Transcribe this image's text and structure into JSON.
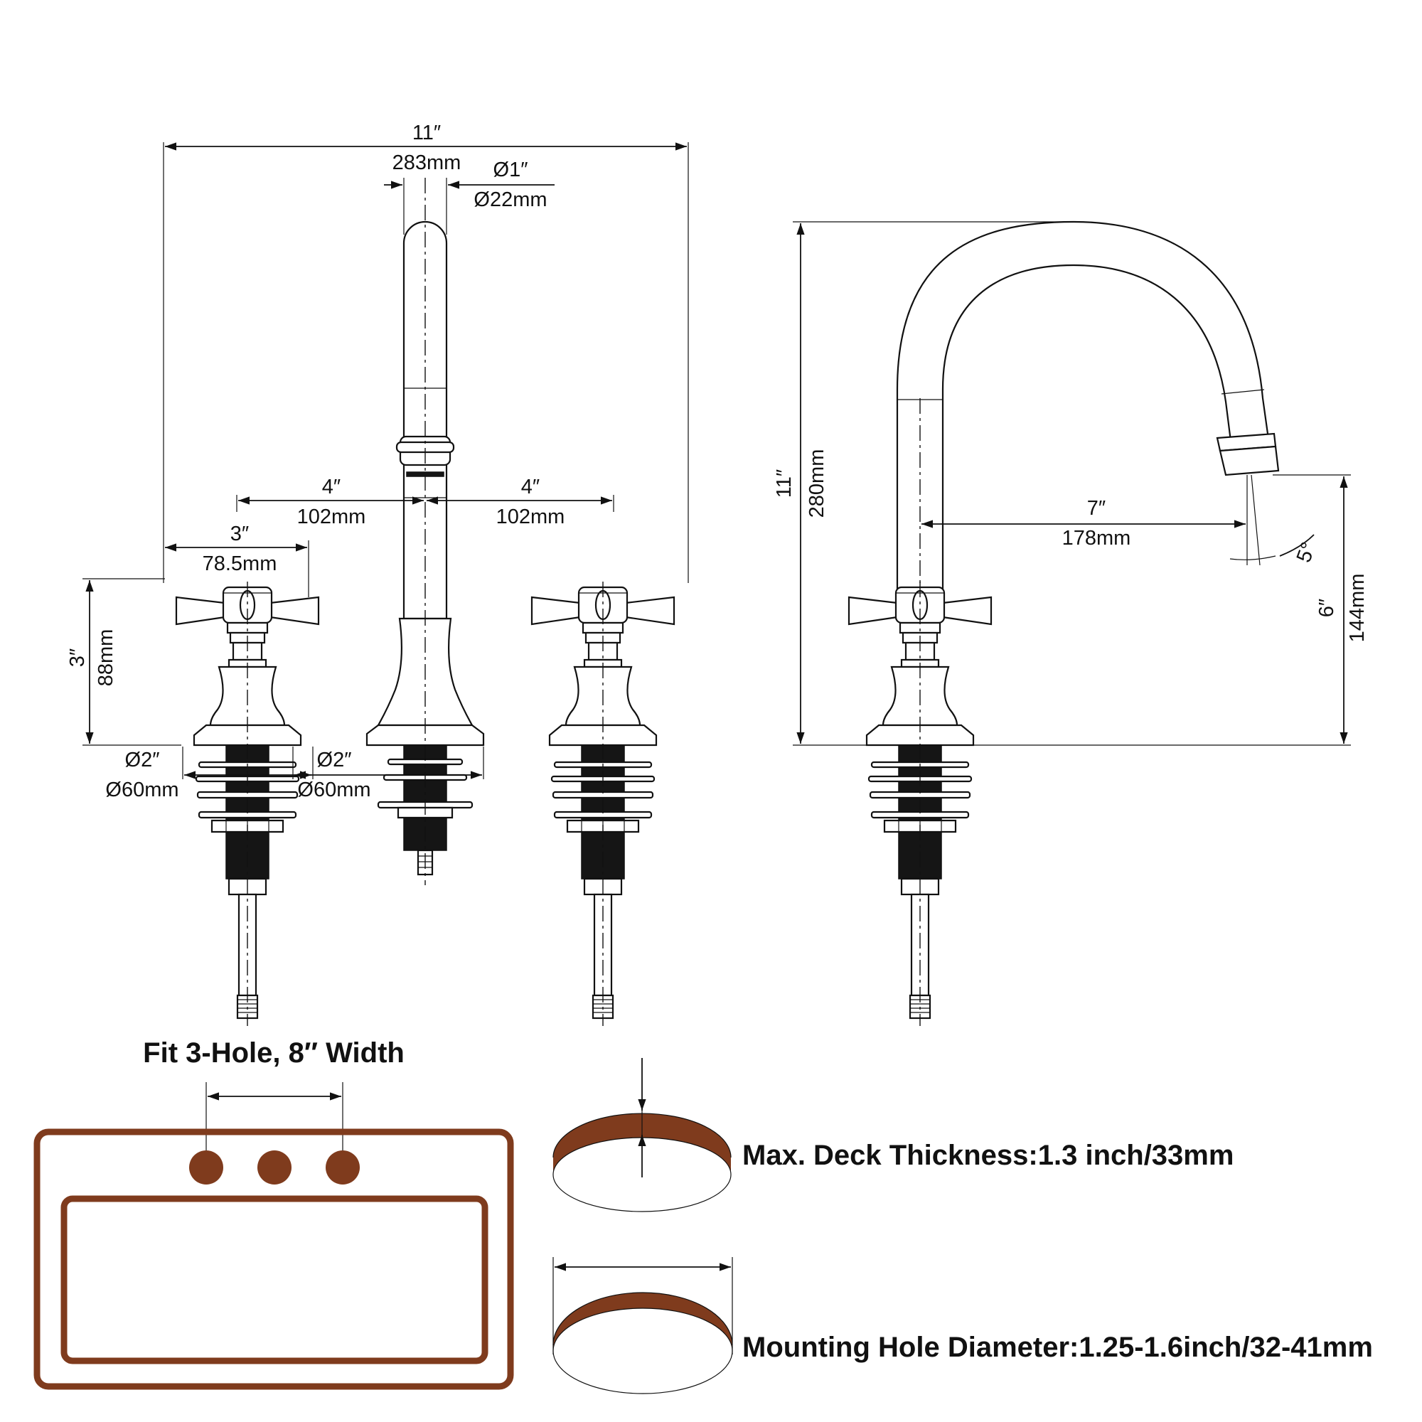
{
  "front_view": {
    "overall_width_in": "11″",
    "overall_width_mm": "283mm",
    "spout_dia_in": "Ø1″",
    "spout_dia_mm": "Ø22mm",
    "left_spacing_in": "4″",
    "left_spacing_mm": "102mm",
    "right_spacing_in": "4″",
    "right_spacing_mm": "102mm",
    "handle_width_in": "3″",
    "handle_width_mm": "78.5mm",
    "handle_height_in": "3″",
    "handle_height_mm": "88mm",
    "left_base_dia_in": "Ø2″",
    "left_base_dia_mm": "Ø60mm",
    "center_base_dia_in": "Ø2″",
    "center_base_dia_mm": "Ø60mm"
  },
  "side_view": {
    "height_in": "11″",
    "height_mm": "280mm",
    "reach_in": "7″",
    "reach_mm": "178mm",
    "spout_height_in": "6″",
    "spout_height_mm": "144mm",
    "angle": "5°"
  },
  "install": {
    "sink_caption": "Fit 3-Hole, 8″ Width",
    "deck_caption": "Max. Deck Thickness:1.3 inch/33mm",
    "hole_caption": "Mounting Hole Diameter:1.25-1.6inch/32-41mm",
    "accent_color": "#7f3b1d"
  }
}
